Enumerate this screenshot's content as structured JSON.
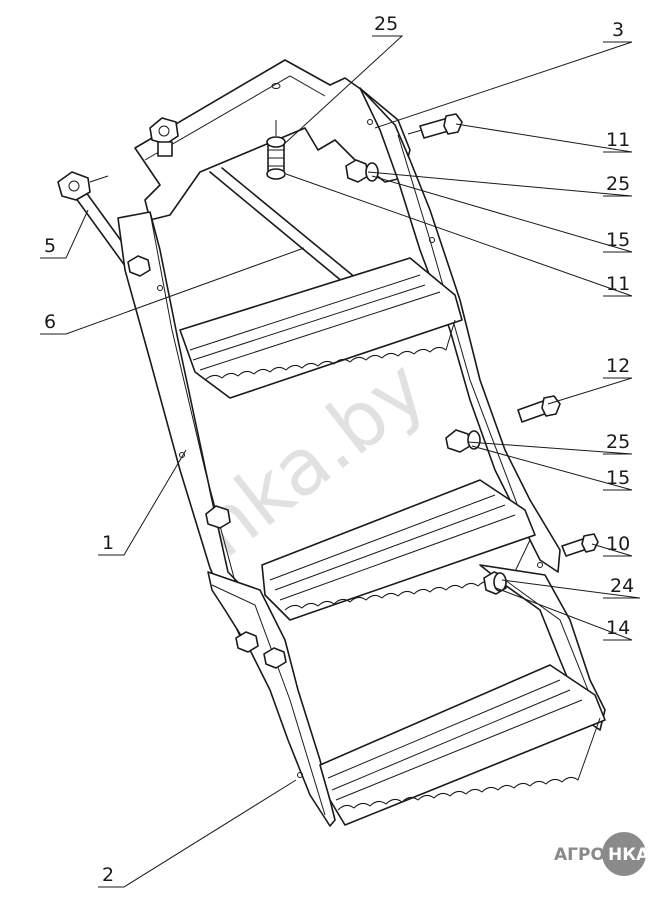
{
  "diagram": {
    "callouts": [
      {
        "id": "c-25-top",
        "label": "25"
      },
      {
        "id": "c-3",
        "label": "3"
      },
      {
        "id": "c-11-a",
        "label": "11"
      },
      {
        "id": "c-25-b",
        "label": "25"
      },
      {
        "id": "c-15-a",
        "label": "15"
      },
      {
        "id": "c-11-b",
        "label": "11"
      },
      {
        "id": "c-5",
        "label": "5"
      },
      {
        "id": "c-6",
        "label": "6"
      },
      {
        "id": "c-12",
        "label": "12"
      },
      {
        "id": "c-25-c",
        "label": "25"
      },
      {
        "id": "c-15-b",
        "label": "15"
      },
      {
        "id": "c-1",
        "label": "1"
      },
      {
        "id": "c-10",
        "label": "10"
      },
      {
        "id": "c-24",
        "label": "24"
      },
      {
        "id": "c-14",
        "label": "14"
      },
      {
        "id": "c-2",
        "label": "2"
      }
    ]
  },
  "watermark": {
    "text": "nka.by"
  },
  "logo": {
    "prefix": "АГРО",
    "badge": "НКА",
    "color": "#8a8a8a"
  }
}
